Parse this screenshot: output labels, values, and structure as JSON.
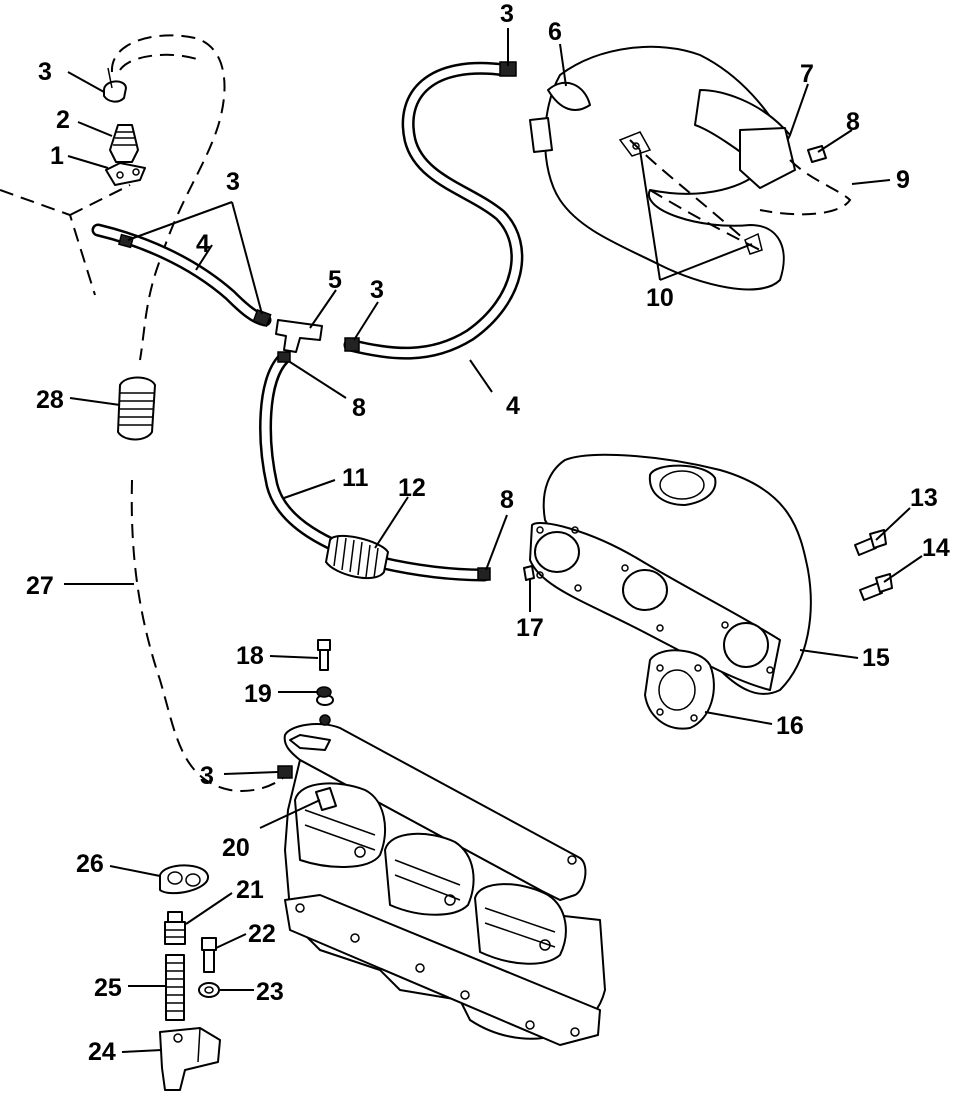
{
  "diagram": {
    "callouts": [
      "1",
      "2",
      "3",
      "4",
      "5",
      "6",
      "7",
      "8",
      "9",
      "10",
      "11",
      "12",
      "13",
      "14",
      "15",
      "16",
      "17",
      "18",
      "19",
      "20",
      "21",
      "22",
      "23",
      "24",
      "25",
      "26",
      "27",
      "28"
    ],
    "extra_callouts": {
      "three_b": "3",
      "three_c": "3",
      "three_d": "3",
      "three_e": "3",
      "four_b": "4",
      "eight_b": "8",
      "eight_c": "8"
    }
  }
}
